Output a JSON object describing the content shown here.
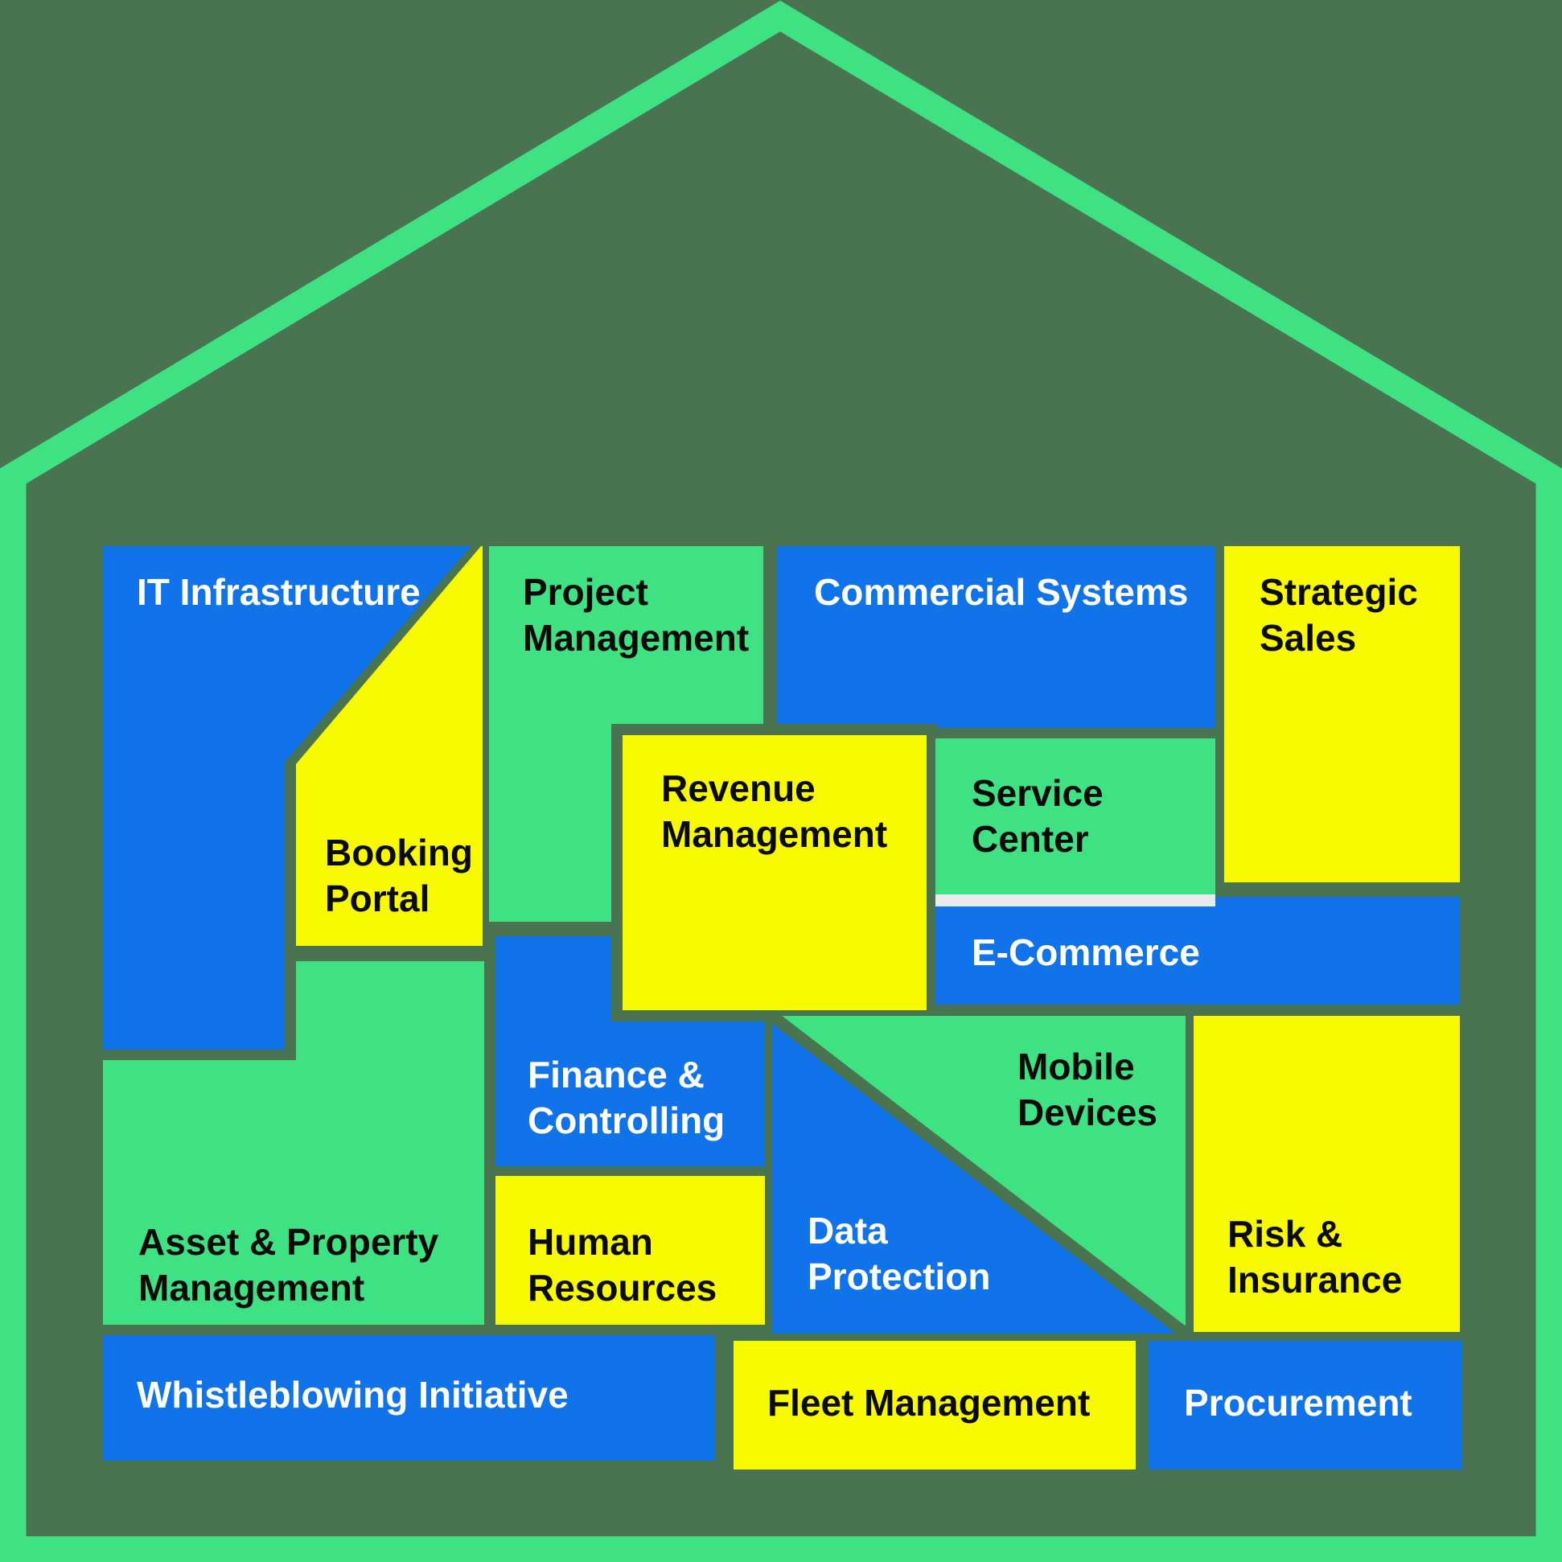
{
  "title": "Department / systems house diagram",
  "colors": {
    "background": "#4A7350",
    "house_outline": "#3EE283",
    "blue": "#1173E9",
    "green": "#3EE283",
    "yellow": "#F8FB00",
    "divider_gray": "#E8EAEB",
    "text_dark": "#0A0A0A",
    "text_light": "#FFFFFF"
  },
  "diagram": {
    "type": "house-block-collage",
    "sections": {
      "it_infrastructure": {
        "label": "IT Infrastructure",
        "color": "blue"
      },
      "booking_portal": {
        "label": "Booking\nPortal",
        "color": "yellow"
      },
      "project_management": {
        "label": "Project\nManagement",
        "color": "green"
      },
      "commercial_systems": {
        "label": "Commercial Systems",
        "color": "blue"
      },
      "strategic_sales": {
        "label": "Strategic\nSales",
        "color": "yellow"
      },
      "revenue_management": {
        "label": "Revenue\nManagement",
        "color": "yellow"
      },
      "service_center": {
        "label": "Service\nCenter",
        "color": "green"
      },
      "e_commerce": {
        "label": "E-Commerce",
        "color": "blue"
      },
      "finance_controlling": {
        "label": "Finance &\nControlling",
        "color": "blue"
      },
      "asset_property_management": {
        "label": "Asset & Property\nManagement",
        "color": "green"
      },
      "human_resources": {
        "label": "Human\nResources",
        "color": "yellow"
      },
      "data_protection": {
        "label": "Data\nProtection",
        "color": "blue"
      },
      "mobile_devices": {
        "label": "Mobile\nDevices",
        "color": "green"
      },
      "risk_insurance": {
        "label": "Risk &\nInsurance",
        "color": "yellow"
      },
      "whistleblowing_initiative": {
        "label": "Whistleblowing Initiative",
        "color": "blue"
      },
      "fleet_management": {
        "label": "Fleet Management",
        "color": "yellow"
      },
      "procurement": {
        "label": "Procurement",
        "color": "blue"
      }
    }
  }
}
